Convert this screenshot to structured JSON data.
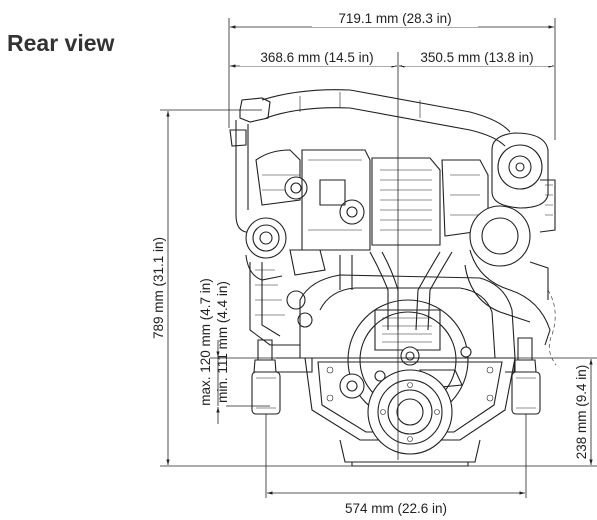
{
  "title": "Rear view",
  "dimensions": {
    "overall_width": "719.1 mm (28.3 in)",
    "left_width": "368.6 mm (14.5 in)",
    "right_width": "350.5 mm (13.8 in)",
    "height": "789 mm (31.1 in)",
    "max_offset": "max. 120 mm (4.7 in)",
    "min_offset": "min. 111 mm (4.4 in)",
    "foot_height": "238 mm (9.4 in)",
    "mount_width": "574 mm (22.6 in)"
  },
  "colors": {
    "ink": "#222222",
    "background": "#ffffff"
  }
}
